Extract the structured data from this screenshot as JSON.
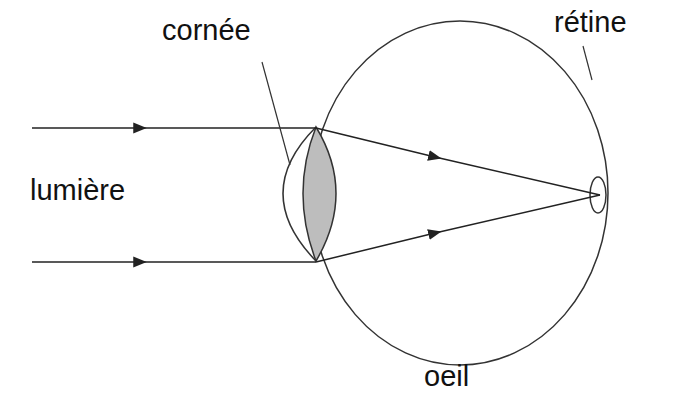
{
  "diagram": {
    "labels": [
      "cornée",
      "rétine",
      "lumière",
      "oeil"
    ]
  }
}
